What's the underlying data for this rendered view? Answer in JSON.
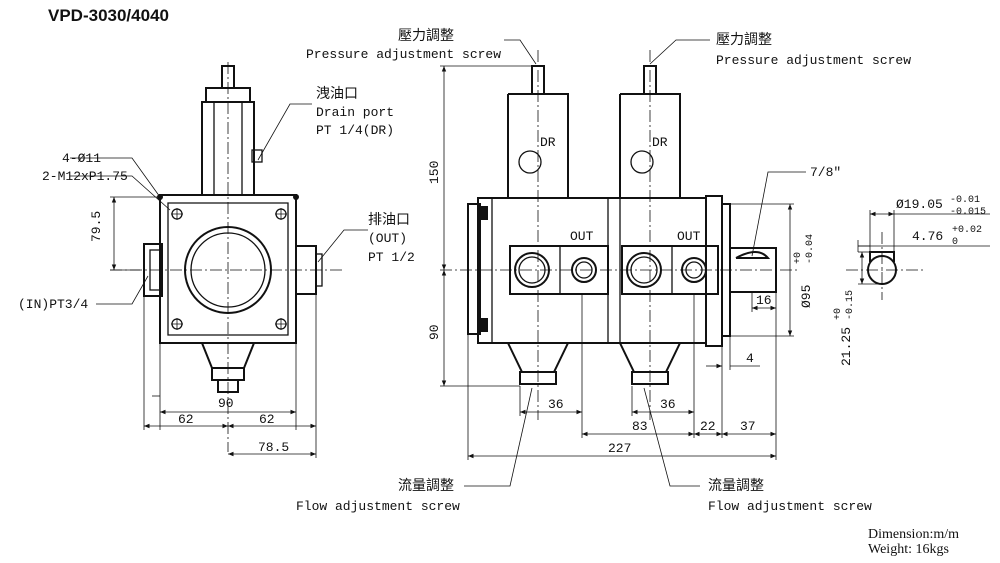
{
  "title": "VPD-3030/4040",
  "labels": {
    "pressure_cn": "壓力調整",
    "pressure_en": "Pressure adjustment screw",
    "drain_cn": "洩油口",
    "drain_en": "Drain port",
    "drain_pt": "PT 1/4(DR)",
    "out_cn": "排油口",
    "out_en": "(OUT)",
    "out_pt": "PT 1/2",
    "in_pt": "(IN)PT3/4",
    "holes": "4-Ø11",
    "thread": "2-M12xP1.75",
    "flow_cn": "流量調整",
    "flow_en": "Flow adjustment screw",
    "dr": "DR",
    "out": "OUT"
  },
  "dims": {
    "d79_5": "79.5",
    "d90": "90",
    "d62": "62",
    "d78_5": "78.5",
    "d150": "150",
    "d36": "36",
    "d83": "83",
    "d22": "22",
    "d37": "37",
    "d227": "227",
    "d4": "4",
    "d16": "16",
    "d7_8": "7/8\"",
    "shaft_dia": "Ø95",
    "shaft_tol_up": "+0",
    "shaft_tol_dn": "-0.04",
    "key_w": "Ø19.05",
    "key_w_up": "-0.01",
    "key_w_dn": "-0.015",
    "key_d": "4.76",
    "key_d_up": "+0.02",
    "key_d_dn": "0",
    "key_h": "21.25",
    "key_h_up": "+0",
    "key_h_dn": "-0.15"
  },
  "footer": {
    "dimension": "Dimension:m/m",
    "weight": "Weight: 16kgs"
  }
}
